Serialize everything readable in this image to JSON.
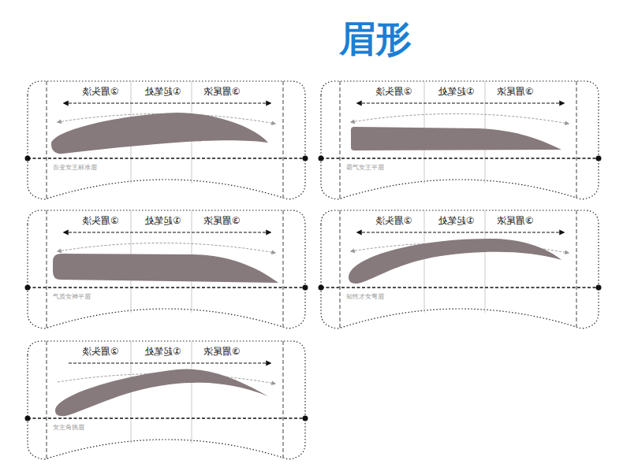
{
  "diagram": {
    "title": "眉形",
    "nodes": [
      {
        "text": [
          "②眉头淡",
          "①起笔处",
          "③眉尾浓",
          "百变女王标准眉"
        ]
      },
      {
        "text": [
          "②眉头淡",
          "①起笔处",
          "③眉尾浓",
          "霸气女王平眉"
        ]
      },
      {
        "text": [
          "②眉头淡",
          "①起笔处",
          "③眉尾浓",
          "气质女神平眉"
        ]
      },
      {
        "text": [
          "②眉头淡",
          "①起笔处",
          "③眉尾浓",
          "知性才女弯眉"
        ]
      },
      {
        "text": [
          "②眉头淡",
          "①起笔处",
          "③眉尾浓",
          "女主角挑眉"
        ]
      }
    ]
  }
}
